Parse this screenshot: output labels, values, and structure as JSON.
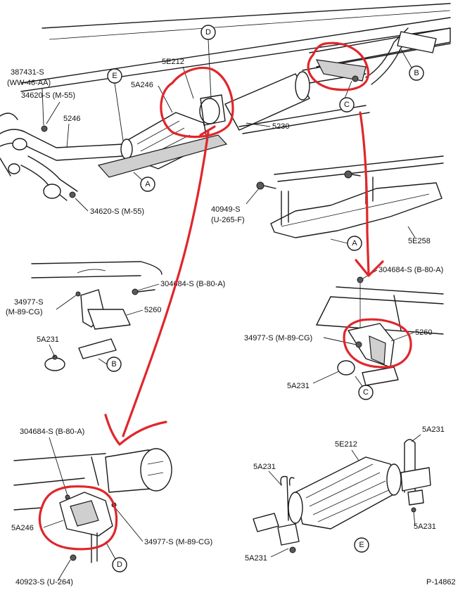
{
  "colors": {
    "ink": "#1a1a1a",
    "highlight": "#e0262b",
    "paper": "#ffffff"
  },
  "labels": {
    "l387431": "387431-S",
    "lww46": "(WW-46-AA)",
    "l34620a": "34620-S (M-55)",
    "l5246": "5246",
    "l34620b": "34620-S (M-55)",
    "l5e212_top": "5E212",
    "l5a246_top": "5A246",
    "l5230": "5230",
    "l40949": "40949-S",
    "lu265": "(U-265-F)",
    "l5e258": "5E258",
    "l304684_b": "304684-S (B-80-A)",
    "l34977_b": "34977-S",
    "lm89_b": "(M-89-CG)",
    "l5260_b": "5260",
    "l5a231_b": "5A231",
    "l304684_c": "304684-S (B-80-A)",
    "l34977_c": "34977-S (M-89-CG)",
    "l5260_c": "5260",
    "l5a231_c": "5A231",
    "l304684_d": "304684-S (B-80-A)",
    "l5a246_d": "5A246",
    "l34977_d": "34977-S (M-89-CG)",
    "l40923_d": "40923-S (U-264)",
    "l5e212_e": "5E212",
    "l5a231_e1": "5A231",
    "l5a231_e2": "5A231",
    "l5a231_e3": "5A231",
    "l5a231_e4": "5A231",
    "figure_number": "P-14862"
  },
  "callouts": {
    "D_top": "D",
    "E_top": "E",
    "B_top": "B",
    "C_top": "C",
    "A_top": "A",
    "A_mid": "A",
    "B_mid": "B",
    "C_mid": "C",
    "D_bot": "D",
    "E_bot": "E"
  }
}
